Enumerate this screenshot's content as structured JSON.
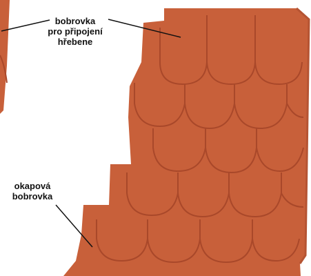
{
  "colors": {
    "tile": "#C8603A",
    "tile_shadow": "#A9482A",
    "tile_edge": "#B55433",
    "leader_line": "#111111"
  },
  "labels": {
    "ridge_tile": [
      "bobrovka",
      "pro připojení",
      "hřebene"
    ],
    "eave_tile": [
      "okapová",
      "bobrovka"
    ]
  }
}
